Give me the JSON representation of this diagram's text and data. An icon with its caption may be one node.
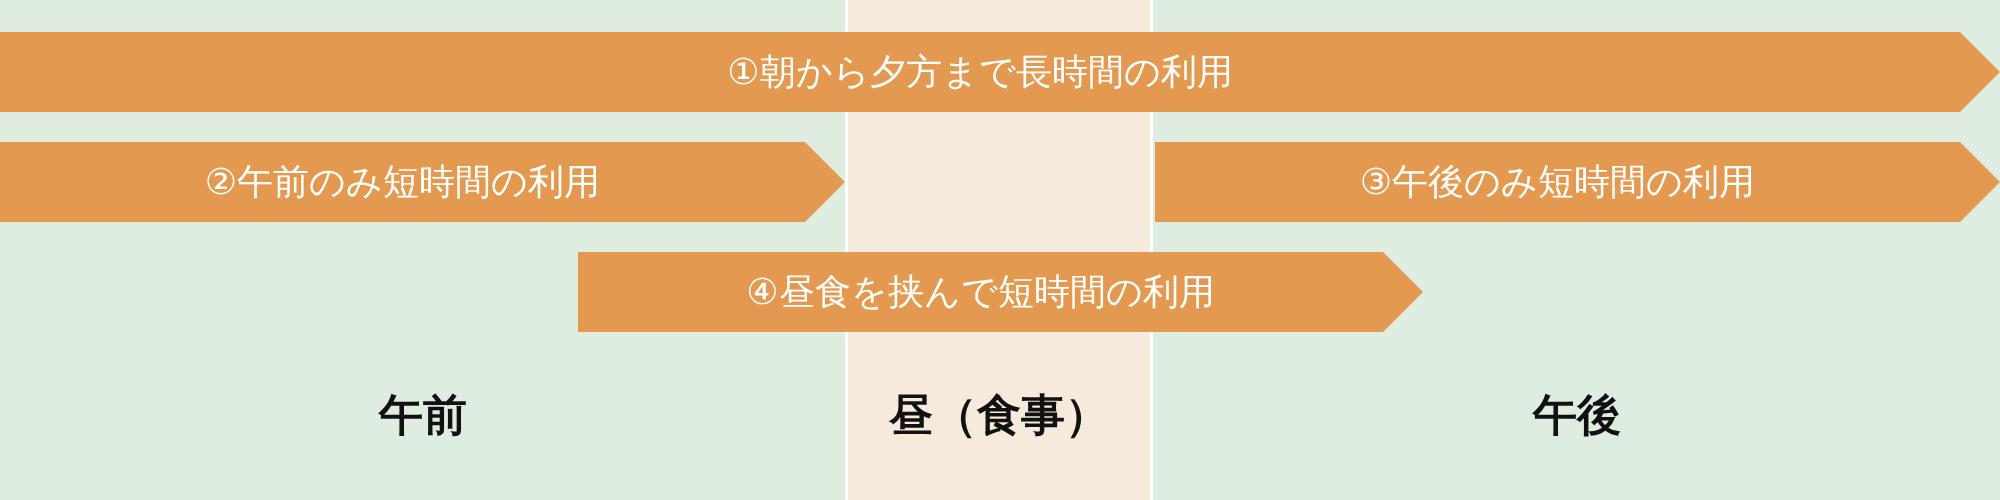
{
  "diagram": {
    "nodes": [
      {
        "text": [
          "①朝から夕方まで長時間の利用"
        ]
      },
      {
        "text": [
          "②午前のみ短時間の利用"
        ]
      },
      {
        "text": [
          "③午後のみ短時間の利用"
        ]
      },
      {
        "text": [
          "④昼食を挟んで短時間の利用"
        ]
      }
    ],
    "labels": [
      "午前",
      "昼（食事）",
      "午後"
    ]
  }
}
